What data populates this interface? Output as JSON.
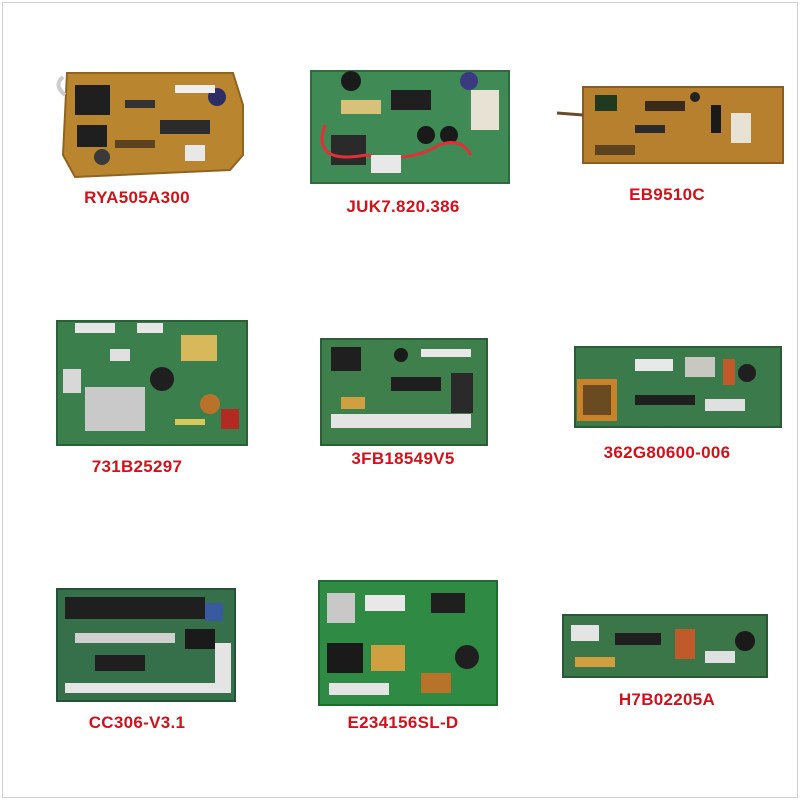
{
  "grid": {
    "items": [
      {
        "label": "RYA505A300",
        "board_color": "#b9862f",
        "edge_color": "#8f6420"
      },
      {
        "label": "JUK7.820.386",
        "board_color": "#3f8a55",
        "edge_color": "#2f6b40"
      },
      {
        "label": "EB9510C",
        "board_color": "#b7802f",
        "edge_color": "#8a5c1f"
      },
      {
        "label": "731B25297",
        "board_color": "#3b7f4c",
        "edge_color": "#2b6038"
      },
      {
        "label": "3FB18549V5",
        "board_color": "#3f7f4c",
        "edge_color": "#2d5e38"
      },
      {
        "label": "362G80600-006",
        "board_color": "#3b7a4a",
        "edge_color": "#2a5a36"
      },
      {
        "label": "CC306-V3.1",
        "board_color": "#35704a",
        "edge_color": "#245236"
      },
      {
        "label": "E234156SL-D",
        "board_color": "#2f8a43",
        "edge_color": "#1f6a30"
      },
      {
        "label": "H7B02205A",
        "board_color": "#3a7648",
        "edge_color": "#2a5836"
      }
    ]
  },
  "colors": {
    "label_red": "#d0121b",
    "frame_border": "#cfcfcf"
  }
}
